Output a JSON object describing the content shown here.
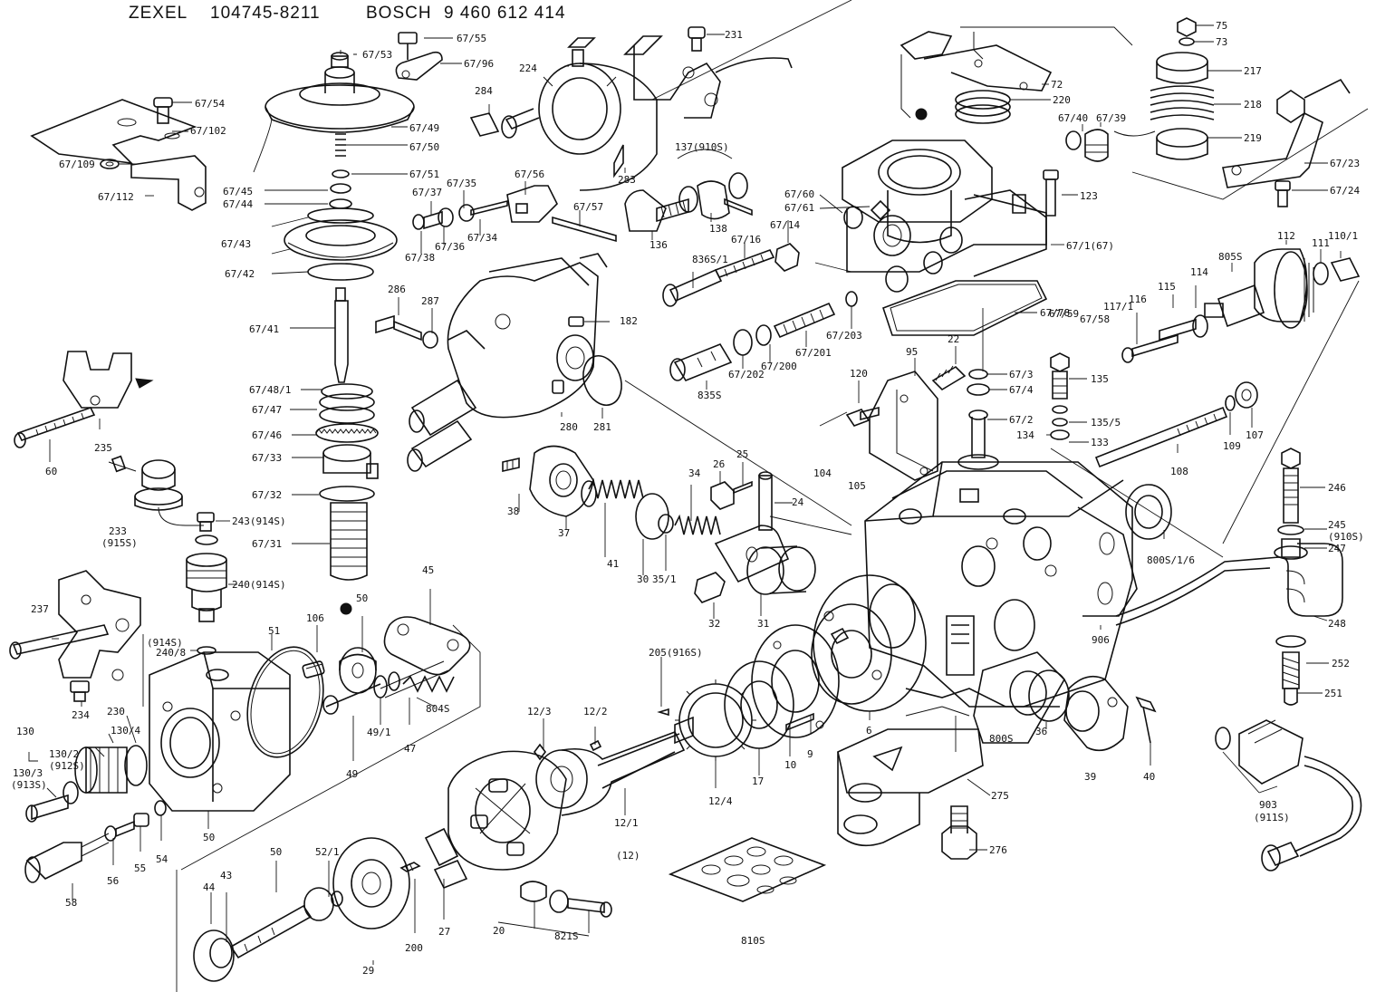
{
  "header": {
    "brand1": "ZEXEL",
    "code1": "104745-8211",
    "brand2": "BOSCH",
    "code2": "9 460 612 414"
  },
  "labels": [
    {
      "id": "l1",
      "text": "67/55"
    },
    {
      "id": "l2",
      "text": "67/53"
    },
    {
      "id": "l3",
      "text": "67/96"
    },
    {
      "id": "l4",
      "text": "67/54"
    },
    {
      "id": "l5",
      "text": "67/102"
    },
    {
      "id": "l6",
      "text": "67/49"
    },
    {
      "id": "l7",
      "text": "67/50"
    },
    {
      "id": "l8",
      "text": "67/109"
    },
    {
      "id": "l9",
      "text": "67/51"
    },
    {
      "id": "l10",
      "text": "67/112"
    },
    {
      "id": "l11",
      "text": "67/45"
    },
    {
      "id": "l12",
      "text": "67/44"
    },
    {
      "id": "l13",
      "text": "67/43"
    },
    {
      "id": "l14",
      "text": "67/42"
    },
    {
      "id": "l15",
      "text": "67/41"
    },
    {
      "id": "l16",
      "text": "67/48/1"
    },
    {
      "id": "l17",
      "text": "67/47"
    },
    {
      "id": "l18",
      "text": "67/46"
    },
    {
      "id": "l19",
      "text": "67/33"
    },
    {
      "id": "l20",
      "text": "67/32"
    },
    {
      "id": "l21",
      "text": "67/31"
    },
    {
      "id": "l22",
      "text": "235"
    },
    {
      "id": "l23",
      "text": "60"
    },
    {
      "id": "l24",
      "text": "233"
    },
    {
      "id": "l25",
      "text": "(915S)"
    },
    {
      "id": "l26",
      "text": "243(914S)"
    },
    {
      "id": "l27",
      "text": "240(914S)"
    },
    {
      "id": "l28",
      "text": "237"
    },
    {
      "id": "l29",
      "text": "(914S)"
    },
    {
      "id": "l30",
      "text": "240/8"
    },
    {
      "id": "l31",
      "text": "234"
    },
    {
      "id": "l32",
      "text": "230"
    },
    {
      "id": "l33",
      "text": "130/4"
    },
    {
      "id": "l34",
      "text": "130"
    },
    {
      "id": "l35",
      "text": "130/2"
    },
    {
      "id": "l36",
      "text": "(912S)"
    },
    {
      "id": "l37",
      "text": "130/3"
    },
    {
      "id": "l38",
      "text": "(913S)"
    },
    {
      "id": "l39",
      "text": "50"
    },
    {
      "id": "l40",
      "text": "58"
    },
    {
      "id": "l41",
      "text": "56"
    },
    {
      "id": "l42",
      "text": "55"
    },
    {
      "id": "l43",
      "text": "54"
    },
    {
      "id": "l44",
      "text": "51"
    },
    {
      "id": "l45",
      "text": "106"
    },
    {
      "id": "l46",
      "text": "50"
    },
    {
      "id": "l47",
      "text": "45"
    },
    {
      "id": "l48",
      "text": "49"
    },
    {
      "id": "l49",
      "text": "49/1"
    },
    {
      "id": "l50",
      "text": "47"
    },
    {
      "id": "l51",
      "text": "804S"
    },
    {
      "id": "l52",
      "text": "44"
    },
    {
      "id": "l53",
      "text": "43"
    },
    {
      "id": "l54",
      "text": "50"
    },
    {
      "id": "l55",
      "text": "52/1"
    },
    {
      "id": "l56",
      "text": "29"
    },
    {
      "id": "l57",
      "text": "200"
    },
    {
      "id": "l58",
      "text": "27"
    },
    {
      "id": "l59",
      "text": "20"
    },
    {
      "id": "l60",
      "text": "821S"
    },
    {
      "id": "l61",
      "text": "12/3"
    },
    {
      "id": "l62",
      "text": "12/2"
    },
    {
      "id": "l63",
      "text": "205(916S)"
    },
    {
      "id": "l64",
      "text": "12/1"
    },
    {
      "id": "l65",
      "text": "(12)"
    },
    {
      "id": "l66",
      "text": "12/4"
    },
    {
      "id": "l67",
      "text": "17"
    },
    {
      "id": "l68",
      "text": "10"
    },
    {
      "id": "l69",
      "text": "9"
    },
    {
      "id": "l70",
      "text": "6"
    },
    {
      "id": "l71",
      "text": "810S"
    },
    {
      "id": "l72",
      "text": "224"
    },
    {
      "id": "l73",
      "text": "231"
    },
    {
      "id": "l74",
      "text": "284"
    },
    {
      "id": "l75",
      "text": "283"
    },
    {
      "id": "l76",
      "text": "67/37"
    },
    {
      "id": "l77",
      "text": "67/35"
    },
    {
      "id": "l78",
      "text": "67/56"
    },
    {
      "id": "l79",
      "text": "67/57"
    },
    {
      "id": "l80",
      "text": "67/38"
    },
    {
      "id": "l81",
      "text": "67/36"
    },
    {
      "id": "l82",
      "text": "67/34"
    },
    {
      "id": "l83",
      "text": "286"
    },
    {
      "id": "l84",
      "text": "287"
    },
    {
      "id": "l85",
      "text": "182"
    },
    {
      "id": "l86",
      "text": "280"
    },
    {
      "id": "l87",
      "text": "281"
    },
    {
      "id": "l88",
      "text": "137(910S)"
    },
    {
      "id": "l89",
      "text": "136"
    },
    {
      "id": "l90",
      "text": "138"
    },
    {
      "id": "l91",
      "text": "67/60"
    },
    {
      "id": "l92",
      "text": "67/61"
    },
    {
      "id": "l93",
      "text": "67/14"
    },
    {
      "id": "l94",
      "text": "67/16"
    },
    {
      "id": "l95",
      "text": "836S/1"
    },
    {
      "id": "l96",
      "text": "835S"
    },
    {
      "id": "l97",
      "text": "67/202"
    },
    {
      "id": "l98",
      "text": "67/200"
    },
    {
      "id": "l99",
      "text": "67/201"
    },
    {
      "id": "l100",
      "text": "67/203"
    },
    {
      "id": "l101",
      "text": "38"
    },
    {
      "id": "l102",
      "text": "37"
    },
    {
      "id": "l103",
      "text": "41"
    },
    {
      "id": "l104",
      "text": "30"
    },
    {
      "id": "l105",
      "text": "35/1"
    },
    {
      "id": "l106",
      "text": "34"
    },
    {
      "id": "l107",
      "text": "26"
    },
    {
      "id": "l108",
      "text": "25"
    },
    {
      "id": "l109",
      "text": "24"
    },
    {
      "id": "l110",
      "text": "32"
    },
    {
      "id": "l111",
      "text": "31"
    },
    {
      "id": "l112",
      "text": "104"
    },
    {
      "id": "l113",
      "text": "105"
    },
    {
      "id": "l114",
      "text": "120"
    },
    {
      "id": "l115",
      "text": "95"
    },
    {
      "id": "l116",
      "text": "22"
    },
    {
      "id": "l117",
      "text": "67/3"
    },
    {
      "id": "l118",
      "text": "67/4"
    },
    {
      "id": "l119",
      "text": "67/2"
    },
    {
      "id": "l120",
      "text": "67/78"
    },
    {
      "id": "l121",
      "text": "72"
    },
    {
      "id": "l122",
      "text": "220"
    },
    {
      "id": "l123",
      "text": "67/40"
    },
    {
      "id": "l124",
      "text": "67/39"
    },
    {
      "id": "l125",
      "text": "123"
    },
    {
      "id": "l126",
      "text": "67/1(67)"
    },
    {
      "id": "l127",
      "text": "67/59"
    },
    {
      "id": "l128",
      "text": "67/58"
    },
    {
      "id": "l129",
      "text": "75"
    },
    {
      "id": "l130",
      "text": "73"
    },
    {
      "id": "l131",
      "text": "217"
    },
    {
      "id": "l132",
      "text": "218"
    },
    {
      "id": "l133",
      "text": "219"
    },
    {
      "id": "l134",
      "text": "67/23"
    },
    {
      "id": "l135",
      "text": "67/24"
    },
    {
      "id": "l136",
      "text": "110/1"
    },
    {
      "id": "l137",
      "text": "111"
    },
    {
      "id": "l138",
      "text": "112"
    },
    {
      "id": "l139",
      "text": "805S"
    },
    {
      "id": "l140",
      "text": "114"
    },
    {
      "id": "l141",
      "text": "115"
    },
    {
      "id": "l142",
      "text": "116"
    },
    {
      "id": "l143",
      "text": "117/1"
    },
    {
      "id": "l144",
      "text": "135"
    },
    {
      "id": "l145",
      "text": "135/5"
    },
    {
      "id": "l146",
      "text": "134"
    },
    {
      "id": "l147",
      "text": "133"
    },
    {
      "id": "l148",
      "text": "109"
    },
    {
      "id": "l149",
      "text": "107"
    },
    {
      "id": "l150",
      "text": "108"
    },
    {
      "id": "l151",
      "text": "800S/1/6"
    },
    {
      "id": "l152",
      "text": "906"
    },
    {
      "id": "l153",
      "text": "246"
    },
    {
      "id": "l154",
      "text": "245"
    },
    {
      "id": "l155",
      "text": "(910S)"
    },
    {
      "id": "l156",
      "text": "247"
    },
    {
      "id": "l157",
      "text": "248"
    },
    {
      "id": "l158",
      "text": "252"
    },
    {
      "id": "l159",
      "text": "251"
    },
    {
      "id": "l160",
      "text": "800S"
    },
    {
      "id": "l161",
      "text": "36"
    },
    {
      "id": "l162",
      "text": "39"
    },
    {
      "id": "l163",
      "text": "40"
    },
    {
      "id": "l164",
      "text": "275"
    },
    {
      "id": "l165",
      "text": "276"
    },
    {
      "id": "l166",
      "text": "903"
    },
    {
      "id": "l167",
      "text": "(911S)"
    }
  ]
}
